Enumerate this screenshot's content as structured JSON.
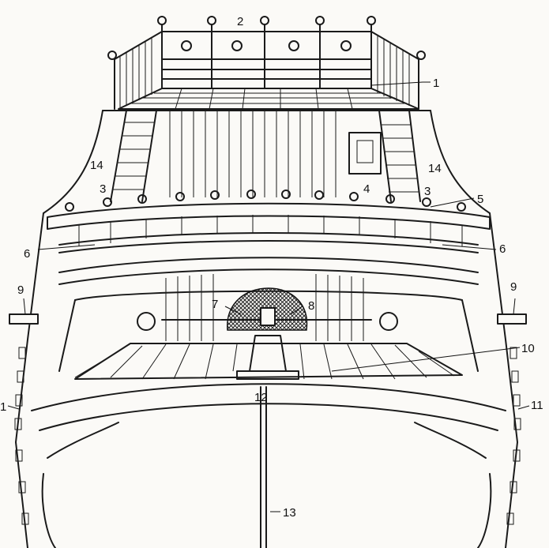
{
  "labels": {
    "l1_top": "1",
    "l2": "2",
    "l14_left": "14",
    "l3_left": "3",
    "l14_right": "14",
    "l4": "4",
    "l3_right": "3",
    "l5": "5",
    "l6_left": "6",
    "l6_right": "6",
    "l9_left": "9",
    "l9_right": "9",
    "l7": "7",
    "l8": "8",
    "l10": "10",
    "l1_left": "1",
    "l11": "11",
    "l12": "12",
    "l13": "13"
  },
  "colors": {
    "ink": "#1a1a1a",
    "paper": "#fbfaf7",
    "hatch": "#222222"
  }
}
